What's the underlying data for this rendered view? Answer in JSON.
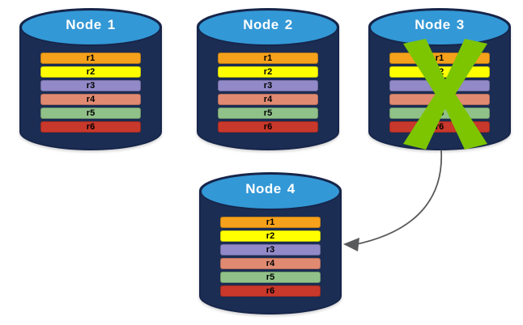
{
  "diagram": {
    "type": "distributed-database-node-failure-replication",
    "background_color": "#ffffff",
    "palette": {
      "node_body": "#1b2d53",
      "node_top": "#3398d6",
      "node_outline": "#16254a",
      "x_mark_green": "#7dc500",
      "arrow_gray": "#58595b",
      "title_text": "#ffffff",
      "record_text": "#000000"
    },
    "record_colors": {
      "r1": "#f5a11b",
      "r2": "#ffff00",
      "r3": "#9189c8",
      "r4": "#e08a72",
      "r5": "#90c189",
      "r6": "#c8382b"
    },
    "nodes": [
      {
        "id": "node-1",
        "title": "Node",
        "number": "1",
        "failed": false,
        "records": [
          {
            "label": "r1",
            "color": "#f5a11b"
          },
          {
            "label": "r2",
            "color": "#ffff00"
          },
          {
            "label": "r3",
            "color": "#9189c8"
          },
          {
            "label": "r4",
            "color": "#e08a72"
          },
          {
            "label": "r5",
            "color": "#90c189"
          },
          {
            "label": "r6",
            "color": "#c8382b"
          }
        ]
      },
      {
        "id": "node-2",
        "title": "Node",
        "number": "2",
        "failed": false,
        "records": [
          {
            "label": "r1",
            "color": "#f5a11b"
          },
          {
            "label": "r2",
            "color": "#ffff00"
          },
          {
            "label": "r3",
            "color": "#9189c8"
          },
          {
            "label": "r4",
            "color": "#e08a72"
          },
          {
            "label": "r5",
            "color": "#90c189"
          },
          {
            "label": "r6",
            "color": "#c8382b"
          }
        ]
      },
      {
        "id": "node-3",
        "title": "Node",
        "number": "3",
        "failed": true,
        "records": [
          {
            "label": "r1",
            "color": "#f5a11b"
          },
          {
            "label": "r2",
            "color": "#ffff00"
          },
          {
            "label": "r3",
            "color": "#9189c8"
          },
          {
            "label": "r4",
            "color": "#e08a72"
          },
          {
            "label": "r5",
            "color": "#90c189"
          },
          {
            "label": "r6",
            "color": "#c8382b"
          }
        ]
      },
      {
        "id": "node-4",
        "title": "Node",
        "number": "4",
        "failed": false,
        "records": [
          {
            "label": "r1",
            "color": "#f5a11b"
          },
          {
            "label": "r2",
            "color": "#ffff00"
          },
          {
            "label": "r3",
            "color": "#9189c8"
          },
          {
            "label": "r4",
            "color": "#e08a72"
          },
          {
            "label": "r5",
            "color": "#90c189"
          },
          {
            "label": "r6",
            "color": "#c8382b"
          }
        ]
      }
    ],
    "annotations": {
      "failure_mark": {
        "icon": "x-cross-icon",
        "on_node": "node-3",
        "color": "#7dc500"
      },
      "replication_arrow": {
        "icon": "curved-arrow-icon",
        "from_node": "node-3",
        "to_node": "node-4",
        "color": "#58595b"
      }
    }
  }
}
